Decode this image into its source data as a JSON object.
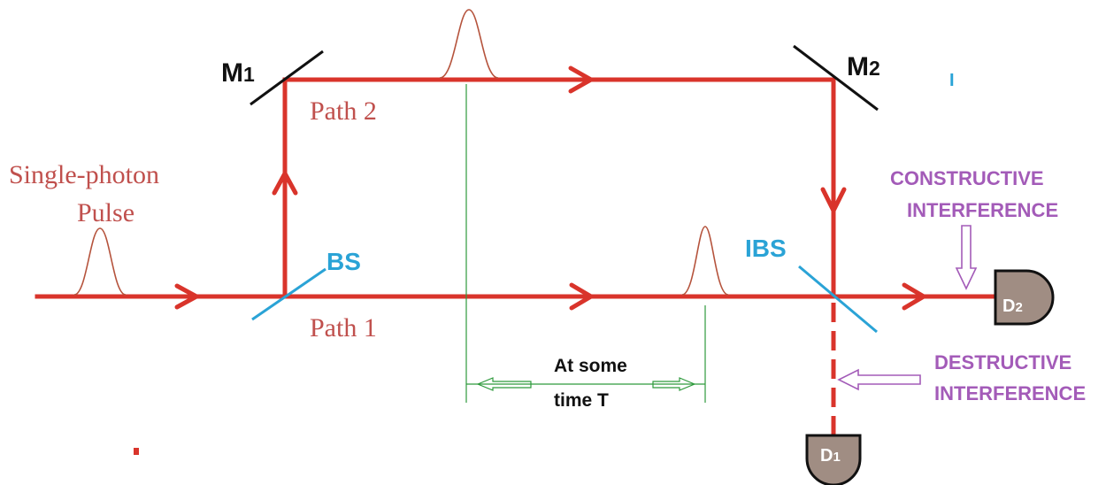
{
  "diagram": {
    "source_label": {
      "line1": "Single-photon",
      "line2": "Pulse"
    },
    "path1_label": "Path 1",
    "path2_label": "Path 2",
    "mirror1_label": {
      "main": "M",
      "sub": "1"
    },
    "mirror2_label": {
      "main": "M",
      "sub": "2"
    },
    "bs_label": "BS",
    "ibs_label": "IBS",
    "detector1_label": {
      "main": "D",
      "sub": "1"
    },
    "detector2_label": {
      "main": "D",
      "sub": "2"
    },
    "constructive_label": {
      "line1": "CONSTRUCTIVE",
      "line2": "INTERFERENCE"
    },
    "destructive_label": {
      "line1": "DESTRUCTIVE",
      "line2": "INTERFERENCE"
    },
    "time_label": {
      "line1": "At some",
      "line2": "time T"
    },
    "stray_mark": "I"
  },
  "colors": {
    "beam": "#d9342b",
    "beam_text": "#c0504d",
    "pulse": "#b5533c",
    "splitter": "#2aa3d6",
    "mirror": "#111111",
    "interference_text": "#a35bb8",
    "time_marker": "#2e9a3c",
    "detector_fill": "#a08d83"
  }
}
